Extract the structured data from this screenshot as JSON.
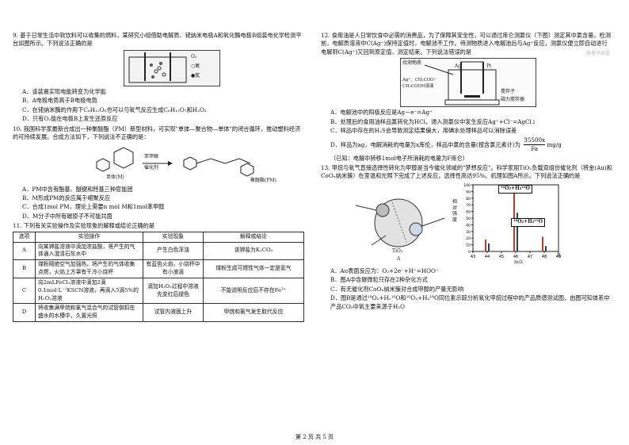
{
  "q9": {
    "stem": "9. 基于日常生活中软饮料可以收集的燃料，某研究小组借助电解质、铑纳米电极A和氧化酶电极B组装电化学检测平台如图所示。下列说法正确的是",
    "fig_o2": "O₂",
    "fig_n2": "○氧",
    "fig_note": "●氮",
    "options": [
      "A．该装置实现电能转变为化学能",
      "B．A电极电势高于B电极电势",
      "C．在铑纳米酶的作用下C₆H₁₂O₆也可以与氧气反应生成C₆H₁₂O₇和H₂O₂",
      "D．只有O₂能在电极B上发生还原反应"
    ]
  },
  "q10": {
    "stem": "10. 我国科学家最新合成出一种聚醚酯（PM）新型材料，可实现\"单体—聚合物—单体\"的闭合循环，推动塑料经济的可持续发展。合成方法如下，下列说法不正确的是：",
    "label_m": "单体(M)",
    "label_pm": "聚醚酯(PM)",
    "catalyst": "苯甲醇",
    "catalyst2": "催化剂",
    "options": [
      "A．PM中含有酯基、醚键和羟基三种官能团",
      "B．M形成PM的反应属于缩聚反应",
      "C．合成1mol PM，理论上需要n mol M和1mol苯甲醇",
      "D．M分子中所有碳原子不可能共面"
    ]
  },
  "q11": {
    "stem": "11. 下列有关实验操作及实验现象的解释或结论正确的是",
    "headers": [
      "选项",
      "实验操作",
      "实验现象",
      "解释或结论"
    ],
    "rows": [
      [
        "A",
        "向某钾盐溶液中滴加浓盐酸，将产生的气体通入澄清石灰水中",
        "产生白色浑浊",
        "该钾盐为K₂CO₃"
      ],
      [
        "B",
        "煤粉隔绝空气加强热，将产生的气体收集点燃，火焰上方罩有干冷小烧杯",
        "有蓝色火焰，小烧杯中有小液滴",
        "煤粉生成可燃性气体一定是氢气"
      ],
      [
        "C",
        "向2mLFeCl₂溶液中滴加2滴0.1mol·L⁻¹KSCN溶液，再滴入5滴5%的H₂O₂溶液",
        "滴加H₂O₂过程中溶液先变红后褪色",
        "不能说明反应后不存在Fe³⁺"
      ],
      [
        "D",
        "将收集满甲烷和氯气混合气的试管倒扣在盛水的水槽中，久置光照",
        "试管内液面上升",
        "甲烷和氯气发生取代反应"
      ]
    ]
  },
  "q12": {
    "stem": "12. 食用油是人日常饮食中必需的消费品，为了保障其安全性，可以通过库仑测氯仪（下图）测定其中氯含量。检测前，电解质溶液中C(Ag⁺)保持定值时，电解池不工作。待测物质进入电解池后与Ag⁺反应，测氯仪便立即自动进行电解到C(Ag⁺)又回到原定值，测定结束。下列说法错误的是",
    "fig_sample": "待测物质",
    "fig_ag": "Ag",
    "fig_pt": "Pt",
    "fig_sol": "Ag⁺、CH₃COO⁻ CH₃COOH溶液",
    "fig_stir": "搅拌子",
    "fig_mag": "磁力搅拌器",
    "options": [
      "A．电解池中的阳极反应是Ag－e⁻=Ag⁺",
      "B．处理后的食用油样品氯转化为HCl，通入测氯仪中发生反应Ag⁺+Cl⁻=AgCl↓",
      "C．样品中存在的H₂S会导致测定结果偏大，用碘水处理样品可以消除误差",
      "D．样品为ag，电解消耗的电量为x库伦，样品中氯的含量(按含氯元素计)为"
    ],
    "formula_num": "35500x",
    "formula_den": "Fa",
    "formula_unit": "mg/g",
    "note": "（已知：电解中转移1mol电子所消耗的电量为F库仑）"
  },
  "q13": {
    "stem": "13. 甲烷与氧气直接选择性转化为甲醇是当今催化领域的\"梦想反应\"。科学家用TiO₂负载双组份催化剂（将金(Au)和CoOₓ纳米簇）在室温和光照下完成了上述反应，选择性高达95%。机理如图A所示。下列说法正确的是",
    "fig_a_label": "A",
    "fig_b_label": "B",
    "tio2": "TiO₂",
    "chart_ylabel": "相对强度",
    "chart_xlabel": "m/z",
    "box1": "¹⁶O₂+H₂¹⁸O",
    "box2": "¹⁸O₂+H₂¹⁶O",
    "options": [
      "A．Au表面反应为：O₂+2e⁻+H⁺=HOO⁻",
      "B．图A中含碳微粒只存在2种杂化方式",
      "C．有无催化剂CoOₓ纳米簇对合成甲醇的产量无影响",
      "D．图B是通过¹⁸O₂+H₂¹⁶O和¹⁶O₂+H₂¹⁸O同位素示踪分析氧化甲烷过程中的产品质谱测试图，由图可知体系中产品CO₂中氧主要来源于H₂O"
    ]
  },
  "chart_data": {
    "type": "bar",
    "x_ticks": [
      "43",
      "44",
      "45",
      "46",
      "47",
      "48",
      "49"
    ],
    "y_ticks": [
      "0",
      "10",
      "20",
      "30",
      "40",
      "50",
      "60",
      "70",
      "80",
      "90",
      "100"
    ],
    "ylim": [
      0,
      100
    ],
    "series": [
      {
        "name": "¹⁶O₂+H₂¹⁸O",
        "x": [
          44,
          46,
          48
        ],
        "values": [
          18,
          92,
          22
        ]
      },
      {
        "name": "¹⁸O₂+H₂¹⁶O",
        "x": [
          44,
          46,
          48
        ],
        "values": [
          12,
          58,
          8
        ]
      }
    ]
  },
  "footer": "第 2 页 共 5 页",
  "watermark": "高考早知道"
}
